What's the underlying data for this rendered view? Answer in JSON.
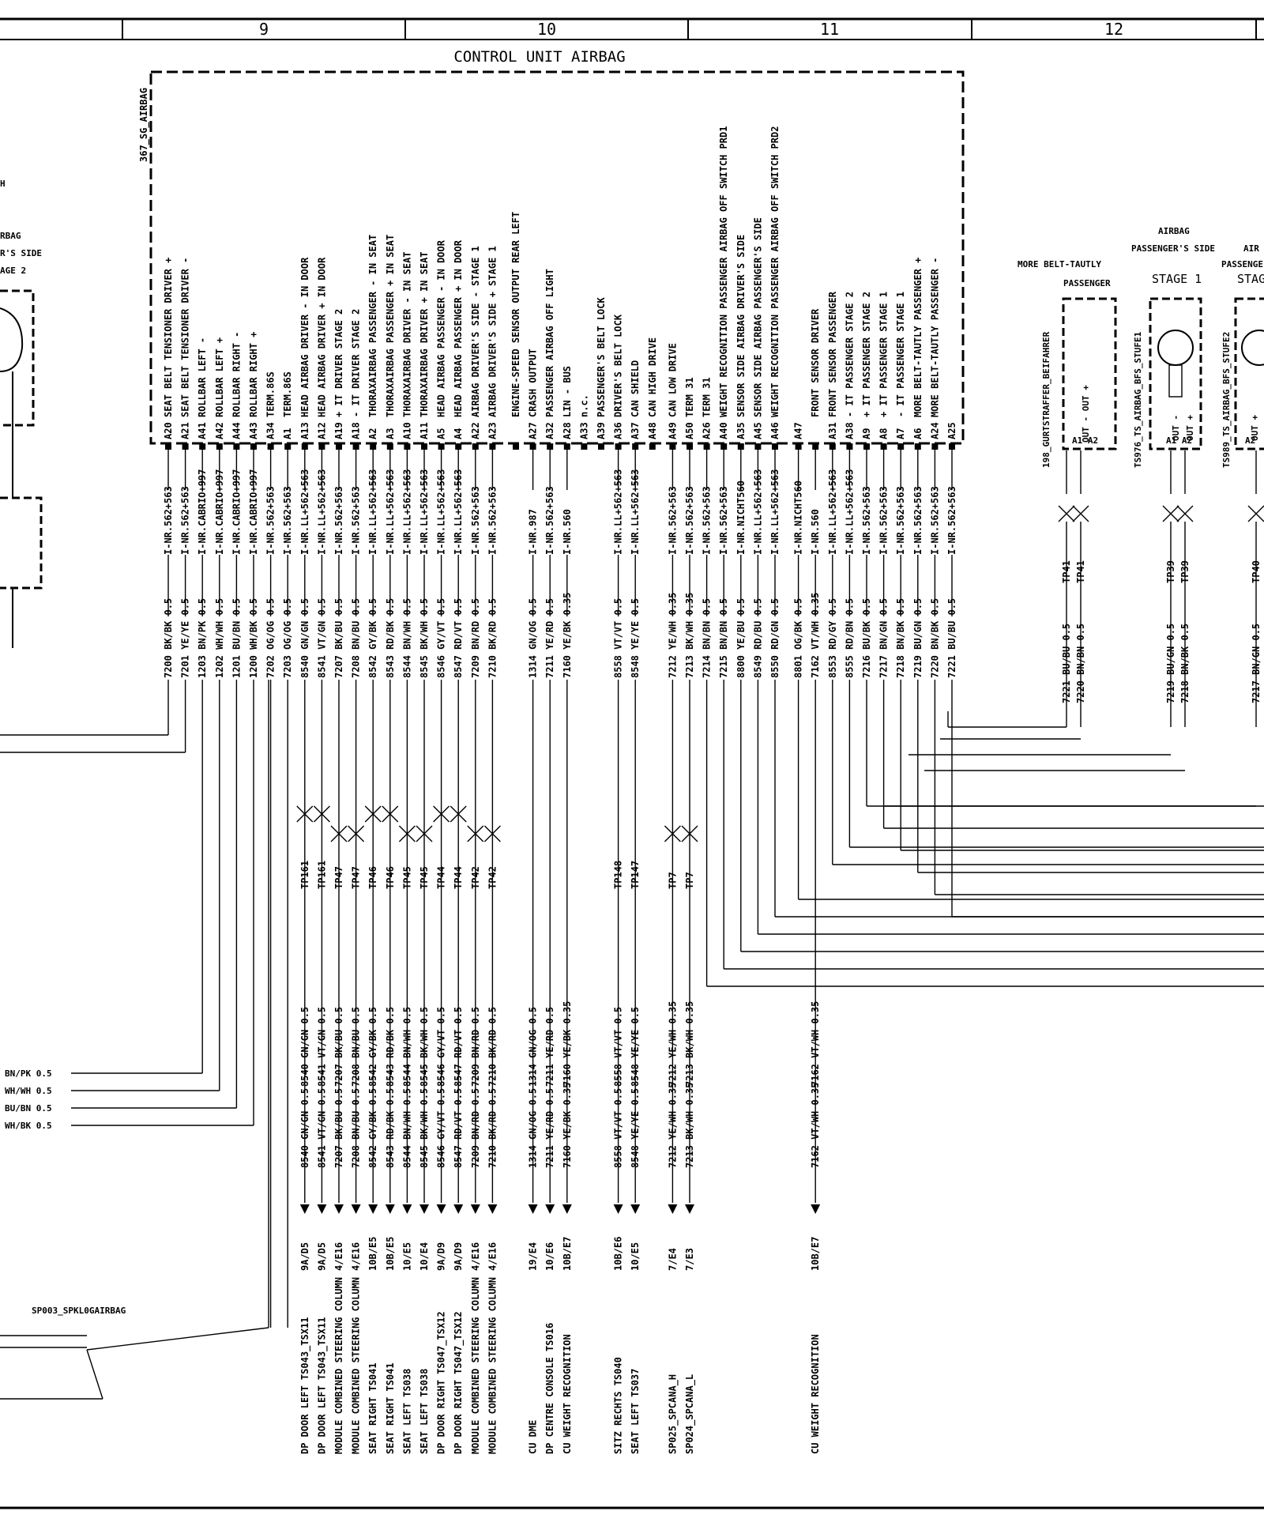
{
  "grid_columns": [
    "9",
    "10",
    "11",
    "12"
  ],
  "ecu": {
    "title": "CONTROL UNIT AIRBAG",
    "id": "367_SG_AIRBAG",
    "pins": [
      {
        "fn": "SEAT BELT TENSIONER DRIVER  +",
        "pin": "A20",
        "harness": "I-NR.562+563",
        "wire": "7200 BK/BK 0.5",
        "bottom": "8"
      },
      {
        "fn": "SEAT BELT TENSIONER DRIVER  -",
        "pin": "A21",
        "harness": "I-NR.562+563",
        "wire": "7201 YE/YE 0.5",
        "bottom": "7"
      },
      {
        "fn": "ROLLBAR LEFT  -",
        "pin": "A41",
        "harness": "I-NR.CABRIO+997",
        "wire": "1203 BN/PK 0.5",
        "bottom": "6"
      },
      {
        "fn": "ROLLBAR LEFT  +",
        "pin": "A42",
        "harness": "I-NR.CABRIO+997",
        "wire": "1202 WH/WH 0.5",
        "bottom": "6"
      },
      {
        "fn": "ROLLBAR RIGHT  -",
        "pin": "A44",
        "harness": "I-NR.CABRIO+997",
        "wire": "1201 BU/BN 0.5",
        "bottom": "6"
      },
      {
        "fn": "ROLLBAR RIGHT  +",
        "pin": "A43",
        "harness": "I-NR.CABRIO+997",
        "wire": "1200 WH/BK 0.5",
        "bottom": "6"
      },
      {
        "fn": "TERM.86S",
        "pin": "A34",
        "harness": "I-NR.562+563",
        "wire": "7202 OG/OG 0.5",
        "bottom": "5"
      },
      {
        "fn": "TERM.86S",
        "pin": "A1",
        "harness": "I-NR.562+563",
        "wire": "7203 OG/OG 0.5",
        "bottom": "5"
      },
      {
        "fn": "HEAD AIRBAG DRIVER -  IN DOOR",
        "pin": "A13",
        "harness": "I-NR.LL+562+563",
        "wire": "8540 GN/GN 0.5",
        "bottom": "1"
      },
      {
        "fn": "HEAD AIRBAG DRIVER +  IN DOOR",
        "pin": "A12",
        "harness": "I-NR.LL+562+563",
        "wire": "8541 VT/GN 0.5",
        "bottom": "1"
      },
      {
        "fn": "+ IT DRIVER STAGE 2",
        "pin": "A19",
        "harness": "I-NR.562+563",
        "wire": "7207 BK/BU 0.5",
        "bottom": "1"
      },
      {
        "fn": "- IT DRIVER STAGE 2",
        "pin": "A18",
        "harness": "I-NR.562+563",
        "wire": "7208 BN/BU 0.5",
        "bottom": "1"
      },
      {
        "fn": "THORAXAIRBAG PASSENGER -  IN SEAT",
        "pin": "A2",
        "harness": "I-NR.LL+562+563",
        "wire": "8542 GY/BK 0.5",
        "bottom": "1"
      },
      {
        "fn": "THORAXAIRBAG PASSENGER +  IN SEAT",
        "pin": "A3",
        "harness": "I-NR.LL+562+563",
        "wire": "8543 RD/BK 0.5",
        "bottom": "1"
      },
      {
        "fn": "THORAXAIRBAG DRIVER -  IN SEAT",
        "pin": "A10",
        "harness": "I-NR.LL+562+563",
        "wire": "8544 BN/WH 0.5",
        "bottom": "1"
      },
      {
        "fn": "THORAXAIRBAG DRIVER +  IN SEAT",
        "pin": "A11",
        "harness": "I-NR.LL+562+563",
        "wire": "8545 BK/WH 0.5",
        "bottom": "1"
      },
      {
        "fn": "HEAD AIRBAG PASSENGER -  IN DOOR",
        "pin": "A5",
        "harness": "I-NR.LL+562+563",
        "wire": "8546 GY/VT 0.5",
        "bottom": "1"
      },
      {
        "fn": "HEAD AIRBAG PASSENGER +  IN DOOR",
        "pin": "A4",
        "harness": "I-NR.LL+562+563",
        "wire": "8547 RD/VT 0.5",
        "bottom": "1"
      },
      {
        "fn": "AIRBAG DRIVER'S SIDE  - STAGE 1",
        "pin": "A22",
        "harness": "I-NR.562+563",
        "wire": "7209 BN/RD 0.5",
        "bottom": "1"
      },
      {
        "fn": "AIRBAG DRIVER'S SIDE  + STAGE 1",
        "pin": "A23",
        "harness": "I-NR.562+563",
        "wire": "7210 BK/RD 0.5",
        "bottom": "1"
      },
      {
        "fn": "ENGINE-SPEED SENSOR OUTPUT REAR LEFT",
        "pin": "",
        "harness": "",
        "wire": "",
        "bottom": "0"
      },
      {
        "fn": "CRASH OUTPUT",
        "pin": "A27",
        "harness": "I-NR.987",
        "wire": "1314 GN/OG 0.5",
        "bottom": "1"
      },
      {
        "fn": "PASSENGER AIRBAG OFF LIGHT",
        "pin": "A32",
        "harness": "I-NR.562+563",
        "wire": "7211 YE/RD 0.5",
        "bottom": "1"
      },
      {
        "fn": "LIN - BUS",
        "pin": "A28",
        "harness": "I-NR.560",
        "wire": "7160 YE/BK 0.35",
        "bottom": "1"
      },
      {
        "fn": "n.c.",
        "pin": "A33",
        "harness": "",
        "wire": "",
        "bottom": "0"
      },
      {
        "fn": "PASSENGER'S BELT LOCK",
        "pin": "A39",
        "harness": "",
        "wire": "",
        "bottom": "0"
      },
      {
        "fn": "DRIVER'S BELT LOCK",
        "pin": "A36",
        "harness": "I-NR.LL+562+563",
        "wire": "8558 VT/VT 0.5",
        "bottom": "1"
      },
      {
        "fn": "CAN SHIELD",
        "pin": "A37",
        "harness": "I-NR.LL+562+563",
        "wire": "8548 YE/YE 0.5",
        "bottom": "1"
      },
      {
        "fn": "CAN HIGH DRIVE",
        "pin": "A48",
        "harness": "",
        "wire": "",
        "bottom": "0"
      },
      {
        "fn": "CAN LOW  DRIVE",
        "pin": "A49",
        "harness": "I-NR.562+563",
        "wire": "7212 YE/WH 0.35",
        "bottom": "1"
      },
      {
        "fn": "TERM 31",
        "pin": "A50",
        "harness": "I-NR.562+563",
        "wire": "7213 BK/WH 0.35",
        "bottom": "1"
      },
      {
        "fn": "TERM 31",
        "pin": "A26",
        "harness": "I-NR.562+563",
        "wire": "7214 BN/BN 0.5",
        "bottom": "2"
      },
      {
        "fn": "WEIGHT RECOGNITION PASSENGER AIRBAG OFF SWITCH PRD1",
        "pin": "A40",
        "harness": "I-NR.562+563",
        "wire": "7215 BN/BN 0.5",
        "bottom": "2"
      },
      {
        "fn": "SENSOR SIDE AIRBAG DRIVER'S SIDE",
        "pin": "A35",
        "harness": "I-NR.NICHT560",
        "wire": "8800 YE/BU 0.5",
        "bottom": "2"
      },
      {
        "fn": "SENSOR SIDE AIRBAG PASSENGER'S SIDE",
        "pin": "A45",
        "harness": "I-NR.LL+562+563",
        "wire": "8549 RD/BU 0.5",
        "bottom": "2"
      },
      {
        "fn": "WEIGHT RECOGNITION PASSENGER AIRBAG OFF SWITCH PRD2",
        "pin": "A46",
        "harness": "I-NR.LL+562+563",
        "wire": "8550 RD/GN 0.5",
        "bottom": "2"
      },
      {
        "fn": "",
        "pin": "A47",
        "harness": "I-NR.NICHT560",
        "wire": "8801 OG/BK 0.5",
        "bottom": "2"
      },
      {
        "fn": "FRONT SENSOR DRIVER",
        "pin": "",
        "harness": "I-NR.560",
        "wire": "7162 VT/WH 0.35",
        "bottom": "1"
      },
      {
        "fn": "FRONT SENSOR PASSENGER",
        "pin": "A31",
        "harness": "I-NR.LL+562+563",
        "wire": "8553 RD/GY 0.5",
        "bottom": "2"
      },
      {
        "fn": "- IT PASSENGER STAGE 2",
        "pin": "A38",
        "harness": "I-NR.LL+562+563",
        "wire": "8555 RD/BN 0.5",
        "bottom": "2"
      },
      {
        "fn": "+ IT PASSENGER STAGE 2",
        "pin": "A9",
        "harness": "I-NR.562+563",
        "wire": "7216 BU/BK 0.5",
        "bottom": "3"
      },
      {
        "fn": "+ IT PASSENGER STAGE 1",
        "pin": "A8",
        "harness": "I-NR.562+563",
        "wire": "7217 BN/GN 0.5",
        "bottom": "3"
      },
      {
        "fn": "- IT PASSENGER STAGE 1",
        "pin": "A7",
        "harness": "I-NR.562+563",
        "wire": "7218 BN/BK 0.5",
        "bottom": "3"
      },
      {
        "fn": "MORE BELT-TAUTLY PASSENGER +",
        "pin": "A6",
        "harness": "I-NR.562+563",
        "wire": "7219 BU/GN 0.5",
        "bottom": "3"
      },
      {
        "fn": "MORE BELT-TAUTLY PASSENGER -",
        "pin": "A24",
        "harness": "I-NR.562+563",
        "wire": "7220 BN/BK 0.5",
        "bottom": "3"
      },
      {
        "fn": "",
        "pin": "A25",
        "harness": "I-NR.562+563",
        "wire": "7221 BU/BU 0.5",
        "bottom": "3"
      }
    ]
  },
  "test_points": [
    "TP161",
    "TP161",
    "TP47",
    "TP47",
    "TP46",
    "TP46",
    "TP45",
    "TP45",
    "TP44",
    "TP44",
    "TP42",
    "TP42",
    "TP148",
    "TP147",
    "TP7",
    "TP7"
  ],
  "connectors": [
    {
      "code": "9A/D5",
      "desc": "DP DOOR LEFT TS043_TSX11"
    },
    {
      "code": "9A/D5",
      "desc": "DP DOOR LEFT TS043_TSX11"
    },
    {
      "code": "4/E16",
      "desc": "MODULE COMBINED STEERING COLUMN"
    },
    {
      "code": "4/E16",
      "desc": "MODULE COMBINED STEERING COLUMN"
    },
    {
      "code": "10B/E5",
      "desc": "SEAT RIGHT TS041"
    },
    {
      "code": "10B/E5",
      "desc": "SEAT RIGHT TS041"
    },
    {
      "code": "10/E5",
      "desc": "SEAT LEFT TS038"
    },
    {
      "code": "10/E4",
      "desc": "SEAT LEFT TS038"
    },
    {
      "code": "9A/D9",
      "desc": "DP DOOR RIGHT TS047_TSX12"
    },
    {
      "code": "9A/D9",
      "desc": "DP DOOR RIGHT TS047_TSX12"
    },
    {
      "code": "4/E16",
      "desc": "MODULE COMBINED STEERING COLUMN"
    },
    {
      "code": "4/E16",
      "desc": "MODULE COMBINED STEERING COLUMN"
    },
    {
      "code": "19/E4",
      "desc": "CU DME"
    },
    {
      "code": "10/E6",
      "desc": "DP CENTRE CONSOLE TS016"
    },
    {
      "code": "10B/E7",
      "desc": "CU WEIGHT RECOGNITION"
    },
    {
      "code": "10B/E6",
      "desc": "SITZ RECHTS TS040"
    },
    {
      "code": "10/E5",
      "desc": "SEAT LEFT TS037"
    },
    {
      "code": "7/E4",
      "desc": "SP025_SPCANA_H"
    },
    {
      "code": "7/E3",
      "desc": "SP024_SPCANA_L"
    },
    {
      "code": "10B/E7",
      "desc": "CU WEIGHT RECOGNITION"
    }
  ],
  "bottom_wires": [
    "8540 GN/GN 0.5",
    "8541 VT/GN 0.5",
    "7207 BK/BU 0.5",
    "7208 BN/BU 0.5",
    "8542 GY/BK 0.5",
    "8543 RD/BK 0.5",
    "8544 BN/WH 0.5",
    "8545 BK/WH 0.5",
    "8546 GY/VT 0.5",
    "8547 RD/VT 0.5",
    "7209 BN/RD 0.5",
    "7210 BK/RD 0.5",
    "1314 GN/OG 0.5",
    "7211 YE/RD 0.5",
    "7160 YE/BK 0.35",
    "8558 VT/VT 0.5",
    "8548 YE/YE 0.5",
    "7212 YE/WH 0.35",
    "7213 BK/WH 0.35",
    "7162 VT/WH 0.35"
  ],
  "bottom_vertical_labels": [
    "8540 GN/GN 0.5",
    "8541 VT/GN 0.5",
    "7207 BK/BU 0.5",
    "7208 BN/BU 0.5",
    "8542 GY/BK 0.5",
    "8543 RD/BK 0.5",
    "8544 BN/WH 0.5",
    "8545 BK/WH 0.5",
    "8546 GY/VT 0.5",
    "8547 RD/VT 0.5",
    "7209 BN/RD 0.5",
    "7210 BK/RD 0.5",
    "1314 GN/OG 0.5",
    "7211 YE/RD 0.5",
    "7160 YE/BK 0.35",
    "8558 VT/VT 0.5",
    "8548 YE/YE 0.5",
    "7212 YE/WH 0.35",
    "7213 BK/WH 0.35",
    "7162 VT/WH 0.35"
  ],
  "left": {
    "partial_labels": [
      "H",
      "RBAG",
      "R'S SIDE",
      "AGE 2"
    ],
    "wires": [
      "BN/PK 0.5",
      "WH/WH 0.5",
      "BU/BN 0.5",
      "WH/BK 0.5"
    ],
    "splice": "SP003_SPKL0GAIRBAG"
  },
  "right": {
    "belt": {
      "title1": "MORE BELT-TAUTLY",
      "title2": "PASSENGER",
      "id": "198_GURTSTRAFFER_BEIFAHRER",
      "pins": "OUT -  OUT +",
      "pinids": "A1 A2",
      "tps": [
        "TP41",
        "TP41"
      ],
      "wires": [
        "7221 BU/BU 0.5",
        "7220 BN/BN 0.5"
      ]
    },
    "stage1": {
      "title1": "AIRBAG",
      "title2": "PASSENGER'S SIDE",
      "title3": "STAGE 1",
      "id": "TS976_TS_AIRBAG_BFS_STUFE1",
      "pin1": "OUT -",
      "pin2": "OUT +",
      "pinids": "A1 A2",
      "tps": [
        "TP39",
        "TP39"
      ],
      "wires": [
        "7219 BU/GN 0.5",
        "7218 BN/BK 0.5"
      ]
    },
    "stage2": {
      "title1": "AIR",
      "title2": "PASSENGE",
      "title3": "STAG",
      "id": "TS989_TS_AIRBAG_BFS_STUFE2",
      "pin1": "OUT +",
      "pinids": "A2",
      "tps": [
        "TP40"
      ],
      "wires": [
        "7217 BN/GN 0.5"
      ]
    }
  }
}
